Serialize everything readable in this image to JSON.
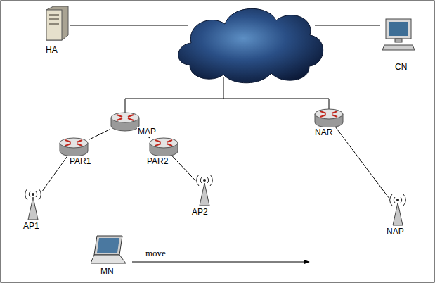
{
  "diagram": {
    "nodes": [
      {
        "text": [
          "HA"
        ]
      },
      {
        "text": [
          "CN"
        ]
      },
      {
        "text": [
          "MAP"
        ]
      },
      {
        "text": [
          "NAR"
        ]
      },
      {
        "text": [
          "PAR1"
        ]
      },
      {
        "text": [
          "PAR2"
        ]
      },
      {
        "text": [
          "AP1"
        ]
      },
      {
        "text": [
          "AP2"
        ]
      },
      {
        "text": [
          "NAP"
        ]
      },
      {
        "text": [
          "MN"
        ]
      }
    ],
    "edges": [
      {
        "from": 2,
        "to": 4,
        "arrow": "none"
      },
      {
        "from": 2,
        "to": 5,
        "arrow": "none"
      },
      {
        "from": 4,
        "to": 6,
        "arrow": "none"
      },
      {
        "from": 5,
        "to": 7,
        "arrow": "none"
      },
      {
        "from": 3,
        "to": 8,
        "arrow": "none"
      }
    ],
    "labels": [
      "move"
    ]
  }
}
